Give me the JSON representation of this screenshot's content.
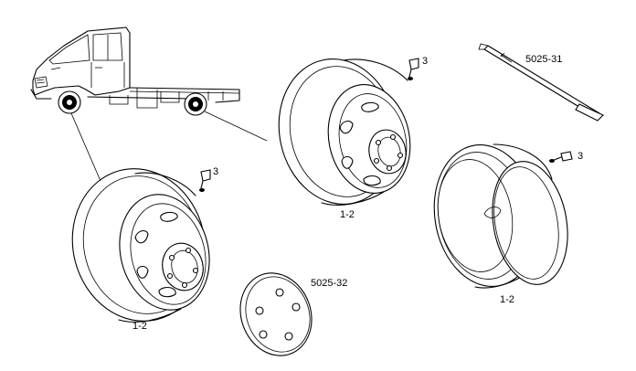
{
  "labels": {
    "wheel_front": "1-2",
    "wheel_top": "1-2",
    "wheel_right": "1-2",
    "screw_front": "3",
    "screw_top": "3",
    "screw_right": "3",
    "hubcap": "5025-32",
    "tool": "5025-31"
  },
  "colors": {
    "line": "#000000",
    "background": "#ffffff"
  }
}
